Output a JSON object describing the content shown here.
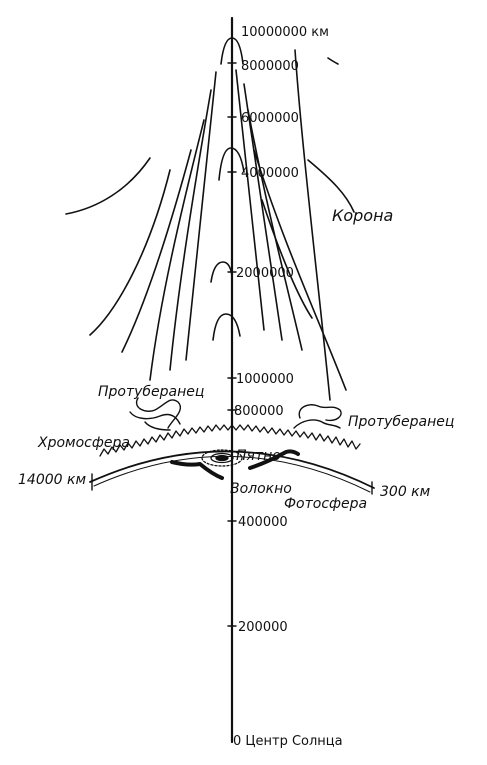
{
  "scale_labels": {
    "km_10000000": "10000000 км",
    "km_8000000": "8000000",
    "km_6000000": "6000000",
    "km_4000000": "4000000",
    "km_2000000": "2000000",
    "km_1000000": "1000000",
    "km_800000": "800000",
    "km_400000": "400000",
    "km_200000": "200000",
    "center": "0 Центр Солнца"
  },
  "labels": {
    "corona": "Корона",
    "prominence_left": "Протуберанец",
    "prominence_right": "Протуберанец",
    "chromosphere": "Хромосфера",
    "chromosphere_thickness": "14000 км",
    "spot": "Пятно",
    "filament": "Волокно",
    "photosphere": "Фотосфера",
    "photosphere_thickness": "300 км"
  }
}
